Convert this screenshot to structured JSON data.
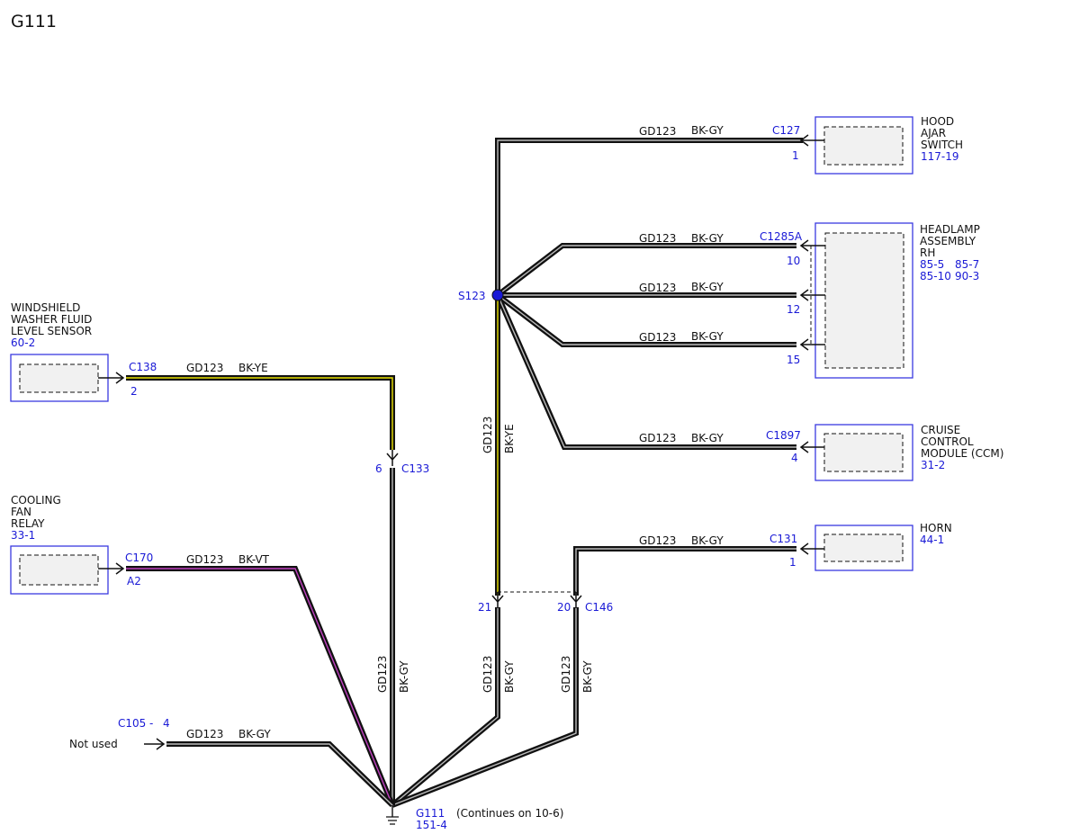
{
  "page": {
    "title": "G111"
  },
  "colors": {
    "connector_text": "#1a1ad6",
    "wire": "#111111",
    "ye_stripe": "#e8e000",
    "vt_stripe": "#c040c0",
    "gy_stripe": "#bbbbbb",
    "box_border": "#3a3ae0"
  },
  "components": {
    "hood": {
      "lines": [
        "HOOD",
        "AJAR",
        "SWITCH"
      ],
      "ref": "117-19"
    },
    "headlamp": {
      "lines": [
        "HEADLAMP",
        "ASSEMBLY",
        "RH"
      ],
      "refs": [
        "85-5",
        "85-7",
        "85-10",
        "90-3"
      ]
    },
    "cruise": {
      "lines": [
        "CRUISE",
        "CONTROL",
        "MODULE (CCM)"
      ],
      "ref": "31-2"
    },
    "horn": {
      "lines": [
        "HORN"
      ],
      "ref": "44-1"
    },
    "washer": {
      "lines": [
        "WINDSHIELD",
        "WASHER FLUID",
        "LEVEL SENSOR"
      ],
      "ref": "60-2"
    },
    "fan": {
      "lines": [
        "COOLING",
        "FAN",
        "RELAY"
      ],
      "ref": "33-1"
    }
  },
  "connectors": {
    "c127": {
      "name": "C127",
      "pin": "1"
    },
    "c1285a": {
      "name": "C1285A",
      "pins": [
        "10",
        "12",
        "15"
      ]
    },
    "c1897": {
      "name": "C1897",
      "pin": "4"
    },
    "c131": {
      "name": "C131",
      "pin": "1"
    },
    "c138": {
      "name": "C138",
      "pin": "2"
    },
    "c170": {
      "name": "C170",
      "pin": "A2"
    },
    "c133": {
      "name": "C133",
      "pin": "6"
    },
    "c146": {
      "name": "C146",
      "pins": [
        "21",
        "20"
      ]
    },
    "c105": {
      "name": "C105",
      "sep": "-",
      "pin": "4"
    }
  },
  "splice": {
    "name": "S123"
  },
  "ground": {
    "name": "G111",
    "ref": "151-4",
    "note": "(Continues on 10-6)"
  },
  "not_used": "Not used",
  "wires": {
    "circuit": "GD123",
    "bk_gy": "BK-GY",
    "bk_ye": "BK-YE",
    "bk_vt": "BK-VT"
  }
}
